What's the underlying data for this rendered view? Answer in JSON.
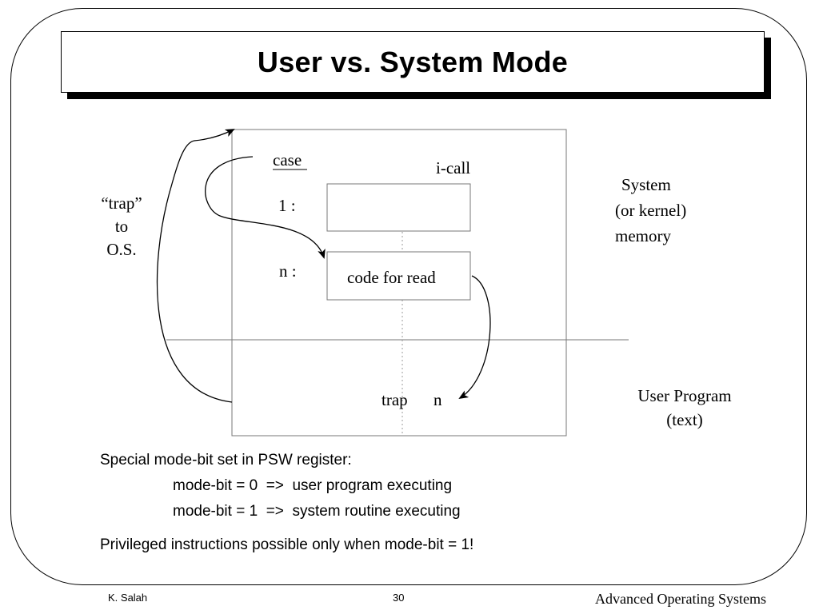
{
  "slide": {
    "title": "User vs. System Mode"
  },
  "diagram": {
    "case_label": "case",
    "icall_label": "i-call",
    "row1_label": "1 :",
    "rown_label": "n :",
    "code_box_label": "code for read",
    "trap_label": "trap",
    "trap_n_label": "n",
    "trap_to_os": [
      "“trap”",
      "to",
      "O.S."
    ],
    "system_region": [
      "System",
      "(or kernel)",
      "memory"
    ],
    "user_region": [
      "User Program",
      "(text)"
    ]
  },
  "notes": {
    "line1": "Special mode-bit set in PSW register:",
    "line2": "mode-bit = 0  =>  user program executing",
    "line3": "mode-bit = 1  =>  system routine executing",
    "line4": "Privileged instructions possible only when mode-bit = 1!"
  },
  "footer": {
    "author": "K. Salah",
    "page": "30",
    "course": "Advanced Operating Systems"
  }
}
